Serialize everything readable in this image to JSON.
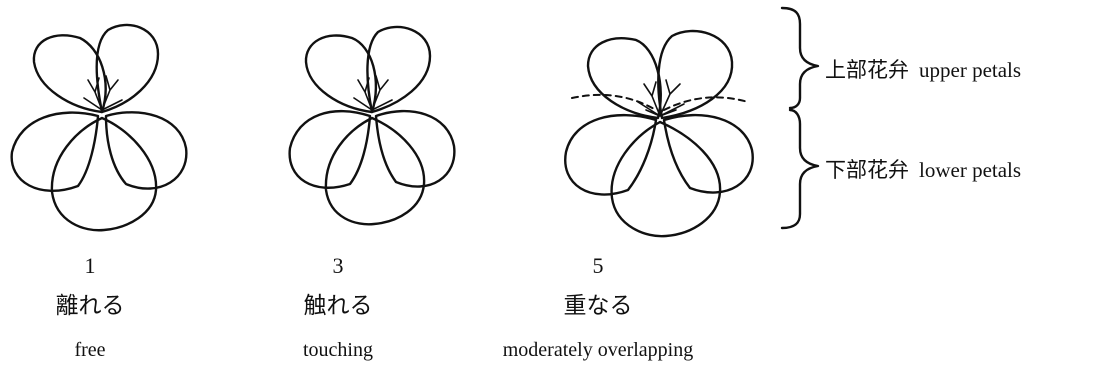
{
  "labels": {
    "upper": {
      "jp": "上部花弁",
      "en": "upper petals"
    },
    "lower": {
      "jp": "下部花弁",
      "en": "lower petals"
    }
  },
  "flowers": [
    {
      "number": "1",
      "jp": "離れる",
      "en": "free"
    },
    {
      "number": "3",
      "jp": "触れる",
      "en": "touching"
    },
    {
      "number": "5",
      "jp": "重なる",
      "en": "moderately overlapping"
    }
  ]
}
